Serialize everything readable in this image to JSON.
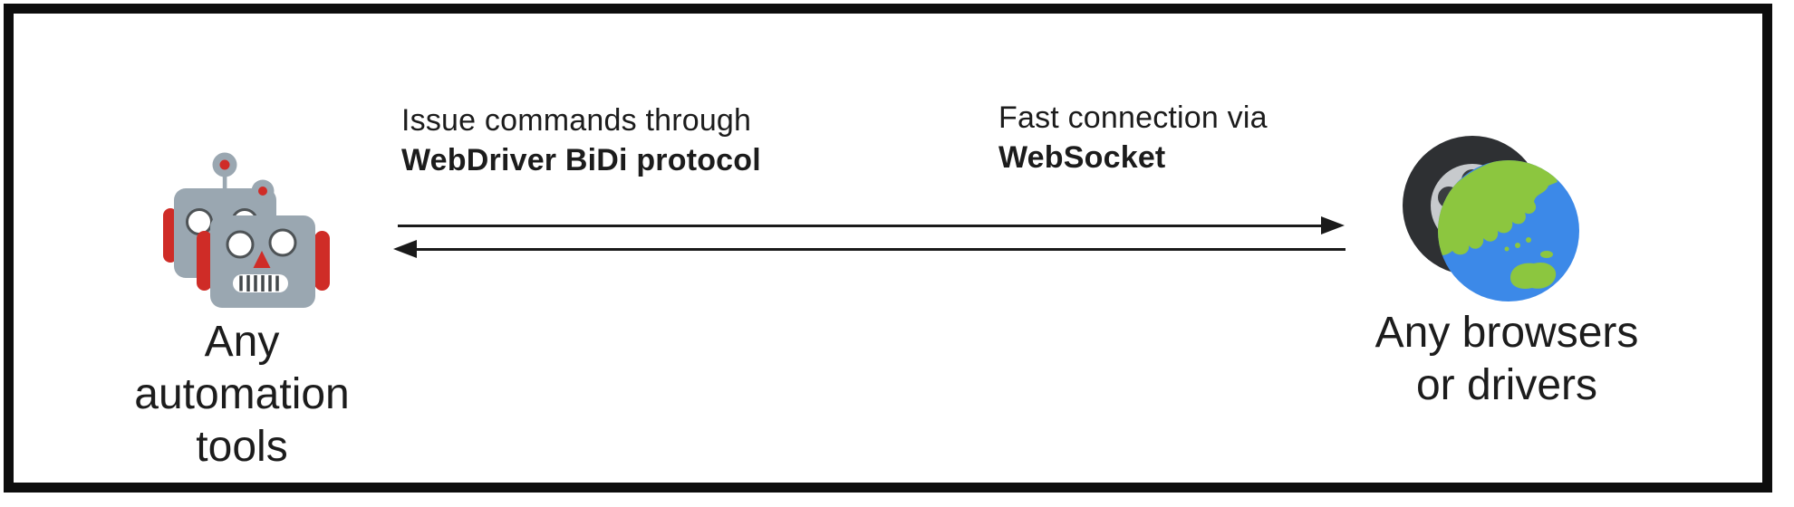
{
  "diagram": {
    "left_node": {
      "caption_line1": "Any",
      "caption_line2": "automation",
      "caption_line3": "tools"
    },
    "right_node": {
      "caption_line1": "Any browsers",
      "caption_line2": "or drivers"
    },
    "labels": {
      "command": {
        "line1": "Issue commands through",
        "line2": "WebDriver BiDi protocol"
      },
      "connection": {
        "line1": "Fast connection via",
        "line2": "WebSocket"
      }
    }
  },
  "colors": {
    "text": "#1c1c1c",
    "arrow": "#1a1a1a",
    "frame": "#0d0d0d",
    "robot_body": "#9aa7b1",
    "robot_red": "#cf2c27",
    "eye_ring": "#4e5356",
    "eye_fill": "#ffffff",
    "mouth_stripe": "#43484b",
    "globe_ocean": "#3c89e8",
    "globe_land": "#8cc63f",
    "tire_dark": "#2e3033",
    "tire_hole": "#3a3d40",
    "tire_rim": "#c7cacd"
  }
}
